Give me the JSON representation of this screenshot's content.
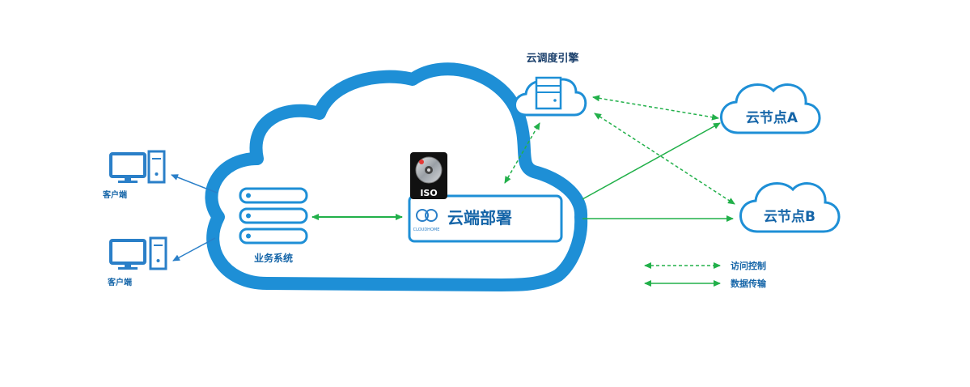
{
  "diagram": {
    "scheduler_label": "云调度引擎",
    "node_a_label": "云节点A",
    "node_b_label": "云节点B",
    "client_top_label": "客户端",
    "client_bottom_label": "客户端",
    "business_system_label": "业务系统",
    "cloud_deploy_label": "云端部署",
    "iso_label": "ISO",
    "cloud_deploy_brand": "CLOUDHOME"
  },
  "legend": {
    "access_control": "访问控制",
    "data_transfer": "数据传输"
  },
  "colors": {
    "cloud_blue": "#1e8fd6",
    "line_blue": "#2a7fc8",
    "arrow_green": "#22b04a",
    "label_dark": "#1565a8"
  },
  "icons": [
    "server-rack-icon",
    "desktop-computer-icon",
    "iso-disc-icon",
    "cloud-link-icon"
  ]
}
